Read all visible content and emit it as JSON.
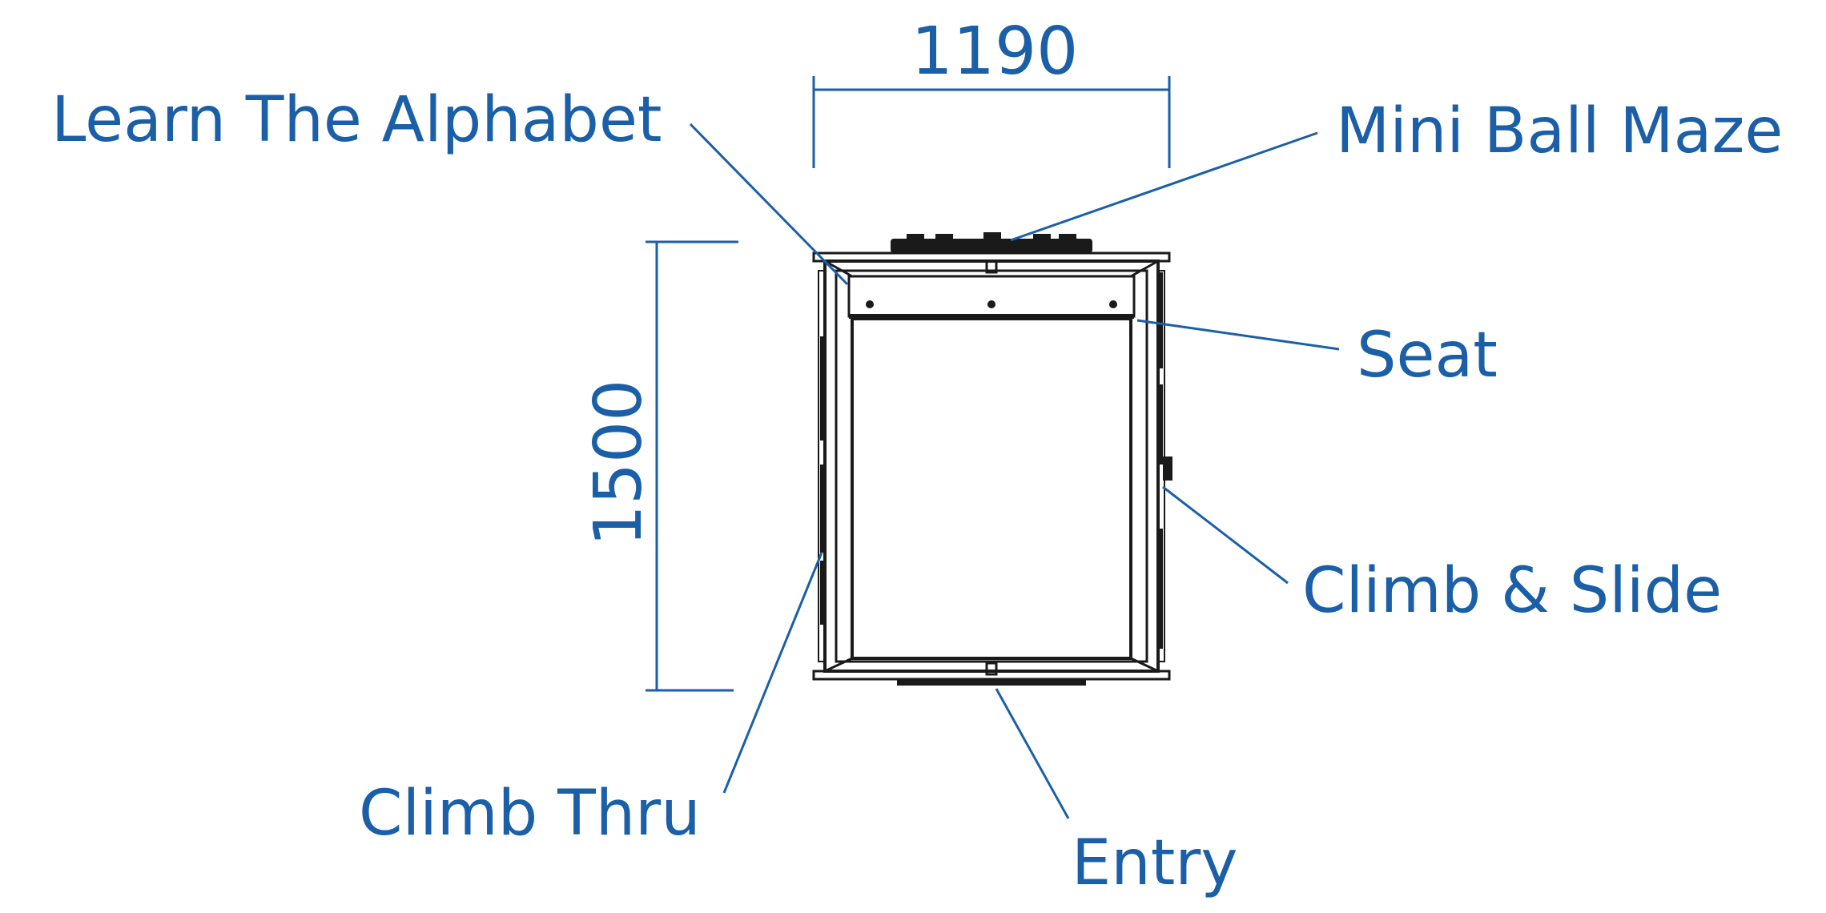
{
  "dimensions": {
    "width": "1190",
    "height": "1500"
  },
  "callouts": {
    "learn_the_alphabet": "Learn The Alphabet",
    "mini_ball_maze": "Mini Ball Maze",
    "seat": "Seat",
    "climb_and_slide": "Climb & Slide",
    "climb_thru": "Climb Thru",
    "entry": "Entry"
  },
  "colors": {
    "annotation": "#1a5fa8",
    "drawing": "#1a1a1a"
  }
}
